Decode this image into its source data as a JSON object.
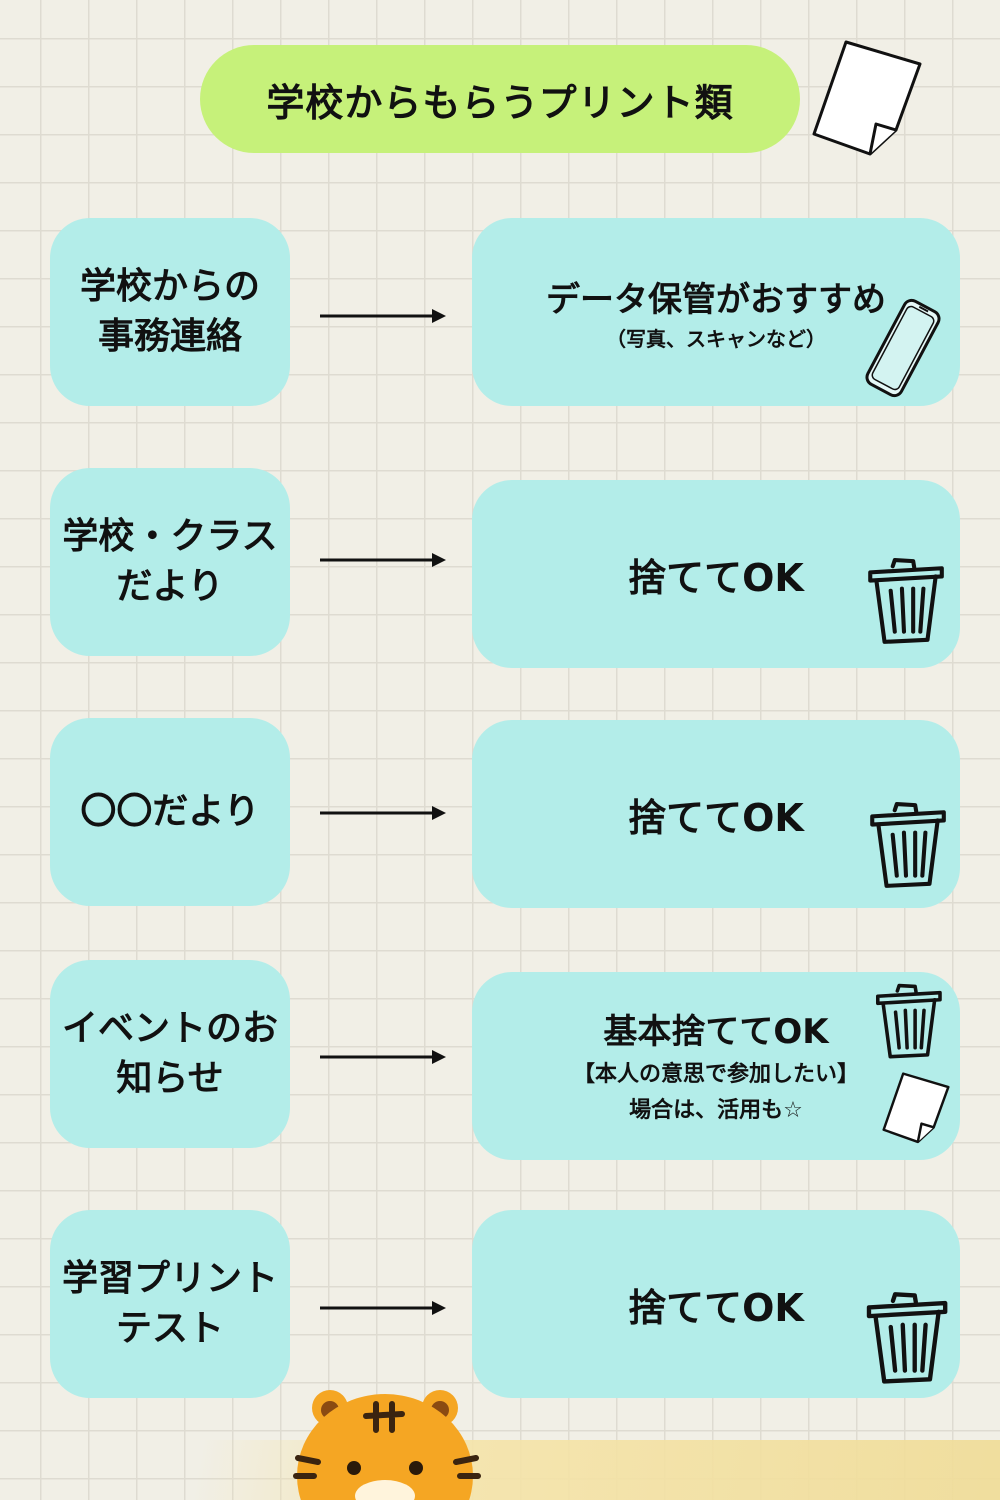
{
  "title": "学校からもらうプリント類",
  "rows": [
    {
      "category_line1": "学校からの",
      "category_line2": "事務連絡",
      "action_main": "データ保管がおすすめ",
      "action_sub": "（写真、スキャンなど）",
      "icon": "smartphone-icon"
    },
    {
      "category_line1": "学校・クラス",
      "category_line2": "だより",
      "action_main": "捨ててOK",
      "icon": "trash-can-icon"
    },
    {
      "category_line1": "〇〇だより",
      "action_main": "捨ててOK",
      "icon": "trash-can-icon"
    },
    {
      "category_line1": "イベントのお",
      "category_line2": "知らせ",
      "action_main": "基本捨ててOK",
      "action_line2": "【本人の意思で参加したい】",
      "action_line3": "場合は、活用も☆",
      "icon": "trash-can-icon"
    },
    {
      "category_line1": "学習プリント",
      "category_line2": "テスト",
      "action_main": "捨ててOK",
      "icon": "trash-can-icon"
    }
  ],
  "colors": {
    "title_pill": "#c6f17a",
    "card": "#b3ede9",
    "background": "#f1efe6",
    "tiger": "#f5a623"
  }
}
